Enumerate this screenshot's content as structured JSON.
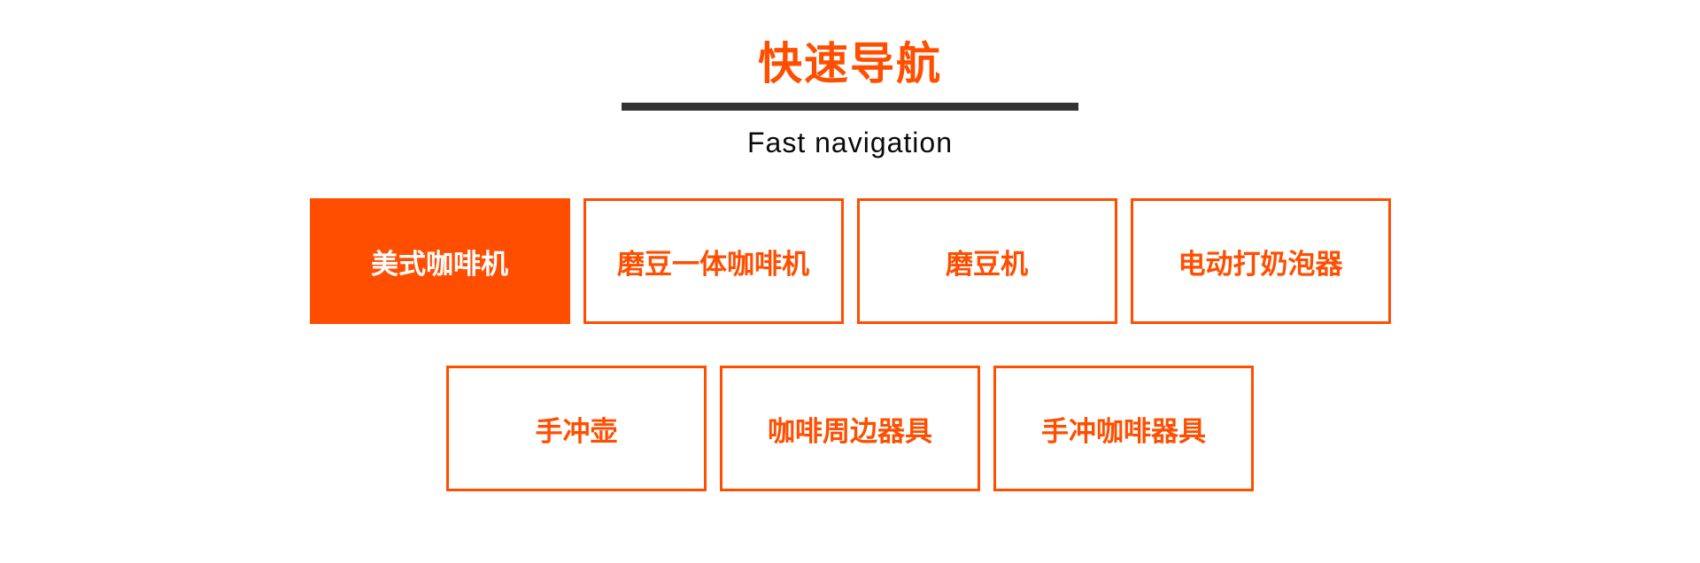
{
  "colors": {
    "accent": "#FF4E00",
    "divider": "#333333",
    "text": "#0A0A0A",
    "active_text": "#FFFFFF"
  },
  "header": {
    "title": "快速导航",
    "subtitle": "Fast navigation"
  },
  "nav": {
    "rows": [
      {
        "items": [
          {
            "label": "美式咖啡机",
            "active": true
          },
          {
            "label": "磨豆一体咖啡机",
            "active": false
          },
          {
            "label": "磨豆机",
            "active": false
          },
          {
            "label": "电动打奶泡器",
            "active": false
          }
        ]
      },
      {
        "items": [
          {
            "label": "手冲壶",
            "active": false
          },
          {
            "label": "咖啡周边器具",
            "active": false
          },
          {
            "label": "手冲咖啡器具",
            "active": false
          }
        ]
      }
    ]
  }
}
